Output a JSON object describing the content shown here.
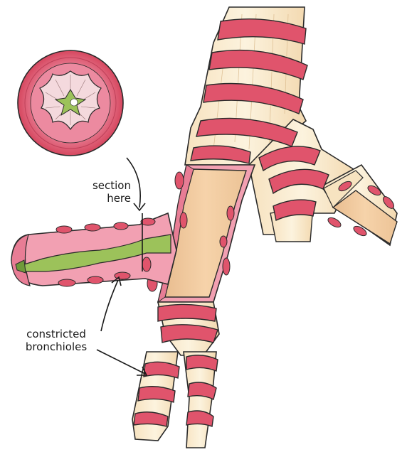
{
  "labels": {
    "section_here": [
      "section",
      "here"
    ],
    "constricted_bronchioles": [
      "constricted",
      "bronchioles"
    ]
  },
  "colors": {
    "outline": "#2a2a2a",
    "muscle_band": "#e0546c",
    "muscle_band_dark": "#b73a52",
    "airway_cream": "#fbefd6",
    "airway_inner": "#f3cfa4",
    "airway_inner_shadow": "#e4b98c",
    "inflamed_pink": "#f2a0b2",
    "inflamed_deep": "#e87d95",
    "mucus_green": "#9cc25a",
    "mucus_dark": "#6f9a3a",
    "cross_section_outer": "#d9506a",
    "cross_section_mid": "#e98aa0",
    "cross_section_lumen": "#f4d9dd"
  }
}
